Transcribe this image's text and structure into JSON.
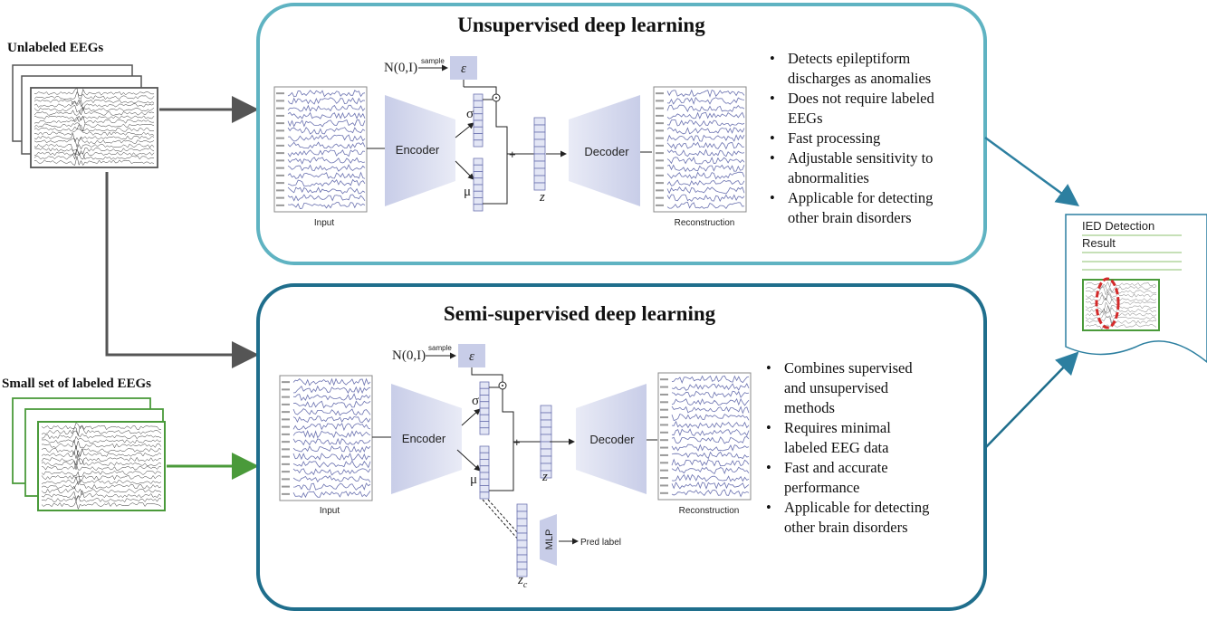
{
  "left": {
    "unlabeled_label": "Unlabeled EEGs",
    "labeled_label": "Small set of labeled EEGs"
  },
  "unsupervised": {
    "title": "Unsupervised deep learning",
    "normal": "N(0,I)",
    "sample": "sample",
    "epsilon": "ε",
    "sigma": "σ",
    "mu": "μ",
    "plus": "+",
    "z": "z",
    "encoder": "Encoder",
    "decoder": "Decoder",
    "input": "Input",
    "reconstruction": "Reconstruction",
    "bullets": [
      [
        "Detects epileptiform",
        "discharges as anomalies"
      ],
      [
        "Does not require labeled",
        "EEGs"
      ],
      [
        "Fast processing"
      ],
      [
        "Adjustable sensitivity to",
        "abnormalities"
      ],
      [
        "Applicable for detecting",
        "other brain disorders"
      ]
    ]
  },
  "semi": {
    "title": "Semi-supervised deep learning",
    "normal": "N(0,I)",
    "sample": "sample",
    "epsilon": "ε",
    "sigma": "σ",
    "mu": "μ",
    "plus": "+",
    "z": "z",
    "zc_main": "z",
    "zc_sub": "c",
    "encoder": "Encoder",
    "decoder": "Decoder",
    "input": "Input",
    "reconstruction": "Reconstruction",
    "mlp": "MLP",
    "pred_label": "Pred label",
    "bullets": [
      [
        "Combines supervised",
        "and unsupervised",
        "methods"
      ],
      [
        "Requires minimal",
        "labeled EEG data"
      ],
      [
        "Fast and accurate",
        "performance"
      ],
      [
        "Applicable for detecting",
        "other brain disorders"
      ]
    ]
  },
  "result": {
    "line1": "IED Detection",
    "line2": "Result"
  },
  "colors": {
    "unsup_border": "#5fb3c2",
    "semi_border": "#1f6e8c",
    "green": "#4a9a3a",
    "arrow_dark": "#555555",
    "arrow_teal": "#2c7fa0",
    "eeg_line": "#6b72b0",
    "red": "#d42a2a"
  }
}
